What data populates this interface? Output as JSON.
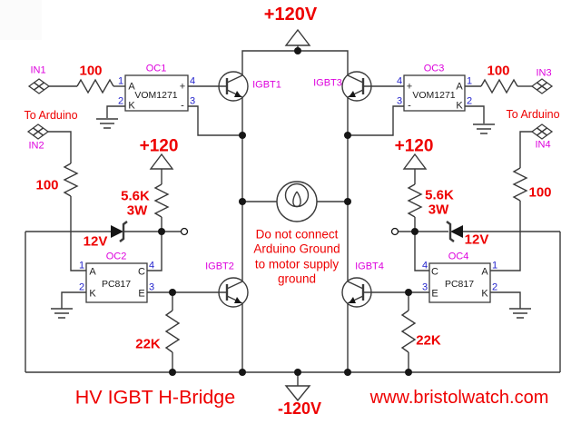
{
  "diagram": {
    "title": "HV IGBT H-Bridge",
    "website": "www.bristolwatch.com",
    "supplies": {
      "top": "+120V",
      "bottom": "-120V",
      "left_pullup": "+120",
      "right_pullup": "+120"
    },
    "warning_lines": [
      "Do not connect",
      "Arduino Ground",
      "to motor supply",
      "ground"
    ],
    "to_arduino_left": "To Arduino",
    "to_arduino_right": "To Arduino",
    "inputs": {
      "in1": "IN1",
      "in2": "IN2",
      "in3": "IN3",
      "in4": "IN4"
    },
    "igbts": {
      "q1": "IGBT1",
      "q2": "IGBT2",
      "q3": "IGBT3",
      "q4": "IGBT4"
    },
    "optocouplers": {
      "oc1": {
        "ref": "OC1",
        "part": "VOM1271",
        "pins": {
          "p1": "1",
          "p2": "2",
          "p3": "3",
          "p4": "4",
          "a": "A",
          "k": "K",
          "plus": "+",
          "minus": "-"
        }
      },
      "oc2": {
        "ref": "OC2",
        "part": "PC817",
        "pins": {
          "p1": "1",
          "p2": "2",
          "p3": "3",
          "p4": "4",
          "a": "A",
          "k": "K",
          "c": "C",
          "e": "E"
        }
      },
      "oc3": {
        "ref": "OC3",
        "part": "VOM1271",
        "pins": {
          "p1": "1",
          "p2": "2",
          "p3": "3",
          "p4": "4",
          "a": "A",
          "k": "K",
          "plus": "+",
          "minus": "-"
        }
      },
      "oc4": {
        "ref": "OC4",
        "part": "PC817",
        "pins": {
          "p1": "1",
          "p2": "2",
          "p3": "3",
          "p4": "4",
          "a": "A",
          "k": "K",
          "c": "C",
          "e": "E"
        }
      }
    },
    "resistors": {
      "in1_series": "100",
      "in3_series": "100",
      "in2_series": "100",
      "in4_series": "100",
      "left_pullup": "5.6K",
      "left_pullup_power": "3W",
      "right_pullup": "5.6K",
      "right_pullup_power": "3W",
      "left_pulldown": "22K",
      "right_pulldown": "22K"
    },
    "zeners": {
      "left": "12V",
      "right": "12V"
    },
    "colors": {
      "label_red": "#ee0000",
      "ref_magenta": "#dd00dd",
      "pin_blue": "#2222cc",
      "wire": "#3a3a3a"
    }
  }
}
